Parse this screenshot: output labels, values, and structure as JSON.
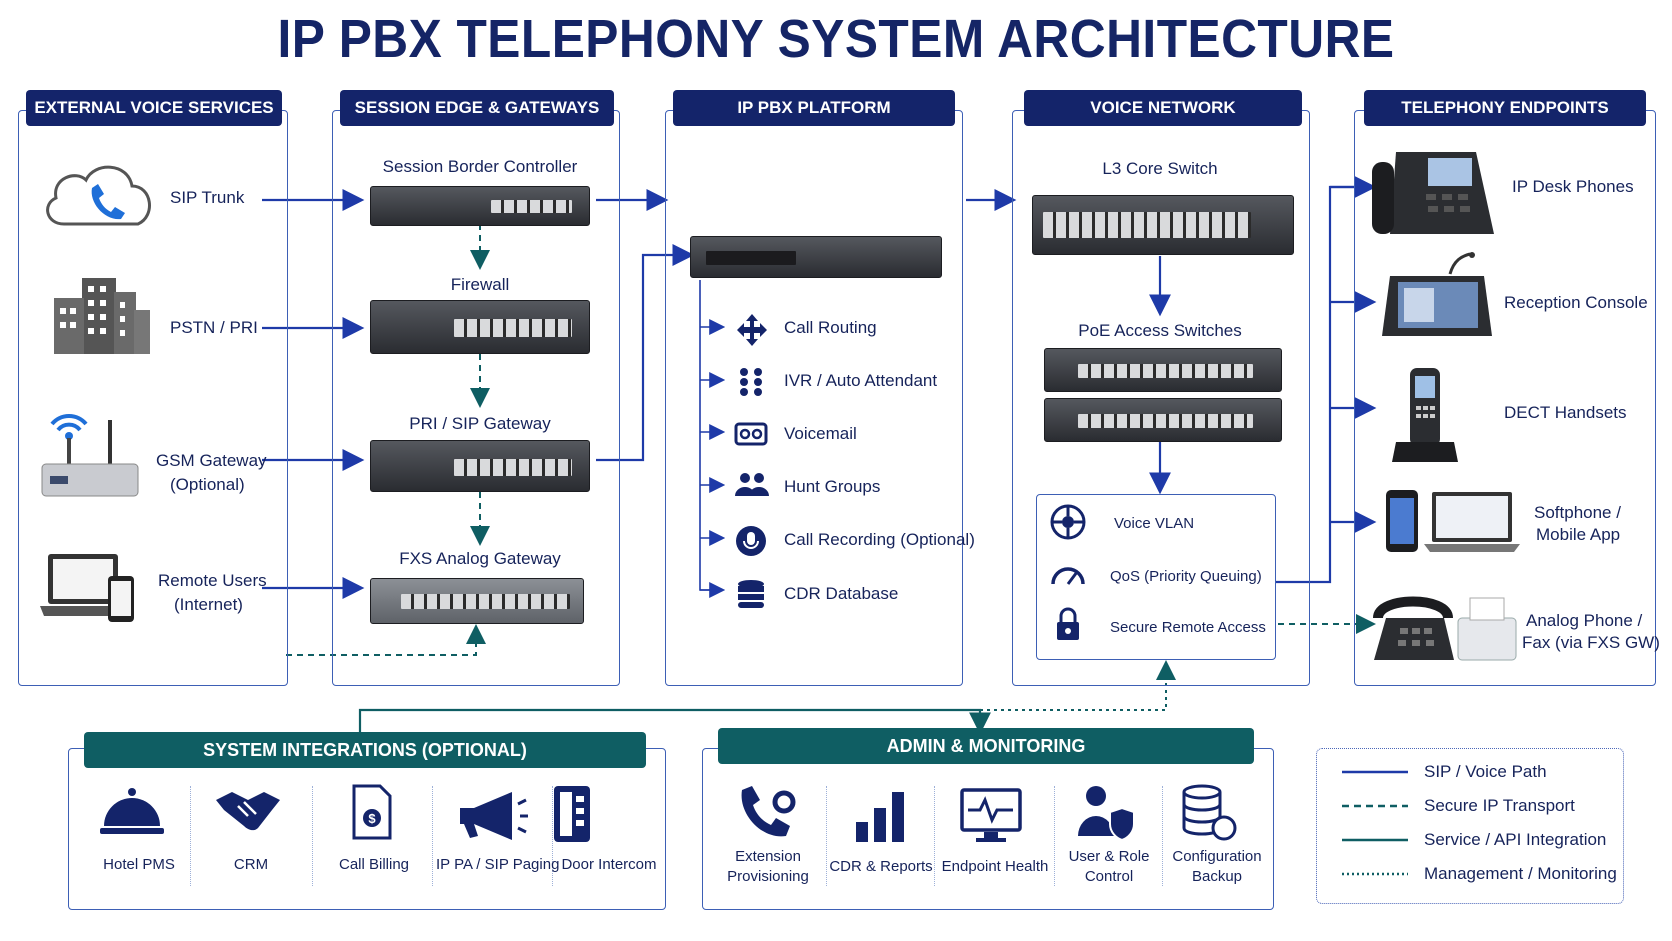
{
  "title": "IP PBX TELEPHONY SYSTEM ARCHITECTURE",
  "colors": {
    "navy": "#14246a",
    "blue": "#1e3aa8",
    "teal": "#0f5e63",
    "panel_border": "#3d5fb5"
  },
  "columns": {
    "external": {
      "header": "EXTERNAL VOICE SERVICES",
      "items": [
        {
          "label": "SIP Trunk",
          "icon": "cloud-phone-icon"
        },
        {
          "label": "PSTN / PRI",
          "icon": "building-icon"
        },
        {
          "label": "GSM Gateway",
          "label2": "(Optional)",
          "icon": "gsm-router-icon"
        },
        {
          "label": "Remote Users",
          "label2": "(Internet)",
          "icon": "laptop-tablet-icon"
        }
      ]
    },
    "edge": {
      "header": "SESSION EDGE & GATEWAYS",
      "items": [
        {
          "label": "Session Border Controller"
        },
        {
          "label": "Firewall"
        },
        {
          "label": "PRI / SIP Gateway"
        },
        {
          "label": "FXS Analog Gateway"
        }
      ]
    },
    "pbx": {
      "header": "IP PBX PLATFORM",
      "features": [
        {
          "label": "Call Routing",
          "icon": "routing-arrows-icon"
        },
        {
          "label": "IVR / Auto Attendant",
          "icon": "keypad-icon"
        },
        {
          "label": "Voicemail",
          "icon": "voicemail-icon"
        },
        {
          "label": "Hunt Groups",
          "icon": "group-icon"
        },
        {
          "label": "Call Recording (Optional)",
          "icon": "microphone-icon"
        },
        {
          "label": "CDR Database",
          "icon": "database-icon"
        }
      ]
    },
    "network": {
      "header": "VOICE NETWORK",
      "core": "L3 Core Switch",
      "access": "PoE Access Switches",
      "services": [
        {
          "label": "Voice VLAN",
          "icon": "network-hub-icon"
        },
        {
          "label": "QoS (Priority Queuing)",
          "icon": "gauge-icon"
        },
        {
          "label": "Secure Remote Access",
          "icon": "lock-icon"
        }
      ]
    },
    "endpoints": {
      "header": "TELEPHONY ENDPOINTS",
      "items": [
        {
          "label": "IP Desk Phones",
          "icon": "desk-phone-icon"
        },
        {
          "label": "Reception Console",
          "icon": "console-icon"
        },
        {
          "label": "DECT Handsets",
          "icon": "dect-handset-icon"
        },
        {
          "label": "Softphone /",
          "label2": "Mobile App",
          "icon": "phone-laptop-icon"
        },
        {
          "label": "Analog Phone /",
          "label2": "Fax (via FXS GW)",
          "icon": "analog-fax-icon"
        }
      ]
    }
  },
  "integrations": {
    "header": "SYSTEM INTEGRATIONS (OPTIONAL)",
    "items": [
      {
        "label": "Hotel PMS",
        "icon": "service-bell-icon"
      },
      {
        "label": "CRM",
        "icon": "handshake-icon"
      },
      {
        "label": "Call Billing",
        "icon": "billing-document-icon"
      },
      {
        "label": "IP PA / SIP Paging",
        "icon": "megaphone-icon"
      },
      {
        "label": "Door Intercom",
        "icon": "intercom-icon"
      }
    ]
  },
  "admin": {
    "header": "ADMIN & MONITORING",
    "items": [
      {
        "label": "Extension",
        "label2": "Provisioning",
        "icon": "phone-gear-icon"
      },
      {
        "label": "CDR & Reports",
        "icon": "bar-chart-icon"
      },
      {
        "label": "Endpoint Health",
        "icon": "monitor-pulse-icon"
      },
      {
        "label": "User & Role",
        "label2": "Control",
        "icon": "user-shield-icon"
      },
      {
        "label": "Configuration",
        "label2": "Backup",
        "icon": "database-refresh-icon"
      }
    ]
  },
  "legend": [
    {
      "label": "SIP / Voice Path",
      "style": "solid-blue"
    },
    {
      "label": "Secure IP Transport",
      "style": "dashed-teal"
    },
    {
      "label": "Service / API Integration",
      "style": "solid-teal"
    },
    {
      "label": "Management / Monitoring",
      "style": "dotted-teal"
    }
  ]
}
